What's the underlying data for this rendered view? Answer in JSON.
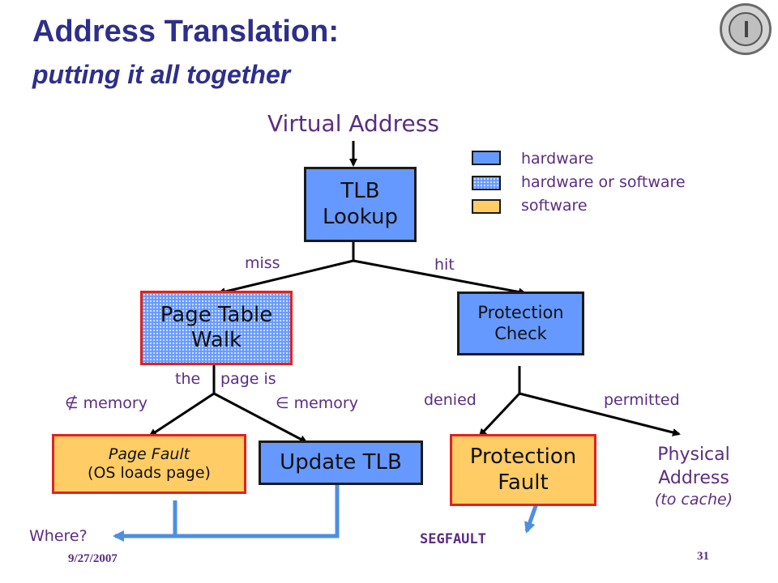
{
  "title": "Address Translation:",
  "subtitle": "putting it all together",
  "virtual_address": "Virtual Address",
  "legend": [
    {
      "label": "hardware",
      "color": "#6699ff"
    },
    {
      "label": "hardware or software",
      "color": "#6699ff"
    },
    {
      "label": "software",
      "color": "#ffcc66"
    }
  ],
  "nodes": {
    "tlb_lookup": {
      "line1": "TLB",
      "line2": "Lookup"
    },
    "page_table_walk": {
      "line1": "Page Table",
      "line2": "Walk"
    },
    "protection_check": {
      "line1": "Protection",
      "line2": "Check"
    },
    "page_fault": {
      "line1": "Page Fault",
      "line2": "(OS loads page)"
    },
    "update_tlb": {
      "line1": "Update TLB"
    },
    "protection_fault": {
      "line1": "Protection",
      "line2": "Fault"
    },
    "physical_address": {
      "line1": "Physical",
      "line2": "Address",
      "line3": "(to cache)"
    }
  },
  "edges": {
    "miss": "miss",
    "hit": "hit",
    "the": "the",
    "page_is": "page is",
    "not_in_memory": "∉ memory",
    "in_memory": "∈ memory",
    "denied": "denied",
    "permitted": "permitted"
  },
  "where": "Where?",
  "segfault": "SEGFAULT",
  "footer": {
    "date": "9/27/2007",
    "page": "31"
  },
  "colors": {
    "hardware": "#6699ff",
    "software": "#ffcc66",
    "fault_border": "#e0231c",
    "text": "#5a2d82",
    "title": "#2e2e8c",
    "flow_arrow": "#4d8fe0"
  }
}
